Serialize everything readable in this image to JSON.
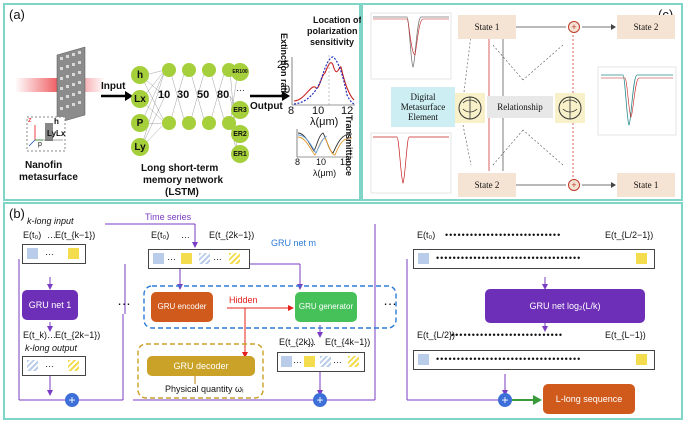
{
  "panel_a": {
    "label": "(a)",
    "metasurface_label_1": "Nanofin",
    "metasurface_label_2": "metasurface",
    "axis_labels": {
      "z": "z",
      "y": "y",
      "x": "x",
      "h": "h",
      "Ly": "Ly",
      "Lx": "Lx",
      "p": "p"
    },
    "input_label": "Input",
    "output_label": "Output",
    "input_nodes": [
      "h",
      "Lx",
      "P",
      "Ly"
    ],
    "layer_sizes": [
      "10",
      "30",
      "50",
      "80"
    ],
    "output_nodes": [
      "ER100",
      "…",
      "ER3",
      "ER2",
      "ER1"
    ],
    "network_label_1": "Long short-term",
    "network_label_2": "memory network",
    "network_label_3": "(LSTM)",
    "extinction_label_1": "Extinction ratio",
    "top_plot_title_1": "Location of",
    "top_plot_title_2": "polarization",
    "top_plot_title_3": "sensitivity",
    "top_plot_yticks": [
      "25",
      "0"
    ],
    "top_plot_xticks": [
      "8",
      "10",
      "12"
    ],
    "top_plot_xlabel": "λ(μm)",
    "transmittance_label": "Transmittance",
    "bottom_plot_xticks": [
      "8",
      "10",
      "12"
    ],
    "bottom_plot_xlabel": "λ(μm)"
  },
  "panel_c": {
    "label": "(c)",
    "states": [
      "State 1",
      "State 2",
      "State 2",
      "State 1"
    ],
    "element_label": "Digital Metasurface Element",
    "relationship_label": "Relationship"
  },
  "panel_b": {
    "label": "(b)",
    "k_long_input": "k-long input",
    "seq1_left": "E(t₀)",
    "seq1_right": "E(t_{k−1})",
    "gru_net1": "GRU net 1",
    "seq_out_left": "E(t_k)",
    "seq_out_right": "E(t_{2k−1})",
    "k_long_output": "k-long output",
    "time_series": "Time series",
    "seq2_left": "E(t₀)",
    "seq2_right": "E(t_{2k−1})",
    "gru_net_m": "GRU net m",
    "gru_encoder": "GRU encoder",
    "hidden": "Hidden",
    "gru_generator": "GRU generator",
    "gru_decoder": "GRU decoder",
    "physical_quantity": "Physical quantity ωᵢ",
    "seq3_left": "E(t_{2k})",
    "seq3_right": "E(t_{4k−1})",
    "seq4_left": "E(t₀)",
    "seq4_right": "E(t_{L/2−1})",
    "gru_net_log": "GRU net log₂(L/k)",
    "seq5_left": "E(t_{L/2})",
    "seq5_right": "E(t_{L−1})",
    "l_long_sequence": "L-long sequence",
    "ellipsis": "…",
    "plus": "+"
  }
}
